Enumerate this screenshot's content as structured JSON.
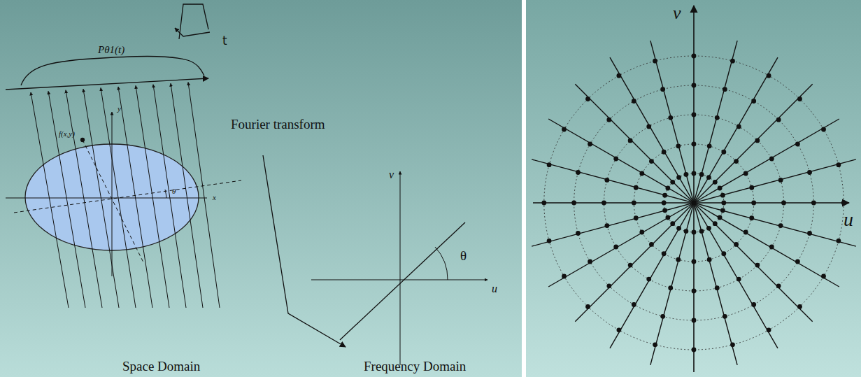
{
  "diagram": {
    "labels": [
      "Pθ1(t)",
      "t",
      "Fourier transform",
      "y",
      "f(x,y)",
      "θ",
      "x",
      "Space Domain",
      "v",
      "θ",
      "u",
      "Frequency Domain",
      "v",
      "u"
    ]
  }
}
